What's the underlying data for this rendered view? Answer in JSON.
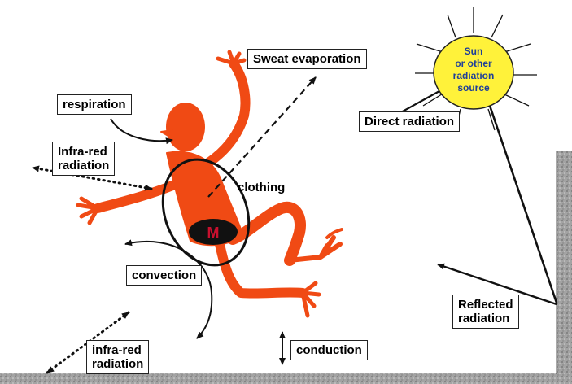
{
  "labels": {
    "sweat_evaporation": "Sweat evaporation",
    "respiration": "respiration",
    "infrared_top_line1": "Infra-red",
    "infrared_top_line2": "radiation",
    "clothing": "clothing",
    "metabolism": "M",
    "convection": "convection",
    "infrared_bottom_line1": "infra-red",
    "infrared_bottom_line2": "radiation",
    "conduction": "conduction",
    "direct_radiation": "Direct radiation",
    "reflected_line1": "Reflected",
    "reflected_line2": "radiation",
    "sun_line1": "Sun",
    "sun_line2": "or other",
    "sun_line3": "radiation",
    "sun_line4": "source"
  },
  "colors": {
    "figure": "#f04a14",
    "sun_fill": "#fff23a",
    "sun_text": "#1f3f99",
    "metabolism_fill": "#111111",
    "metabolism_text": "#c8102e",
    "ground": "#9a9a9a"
  }
}
